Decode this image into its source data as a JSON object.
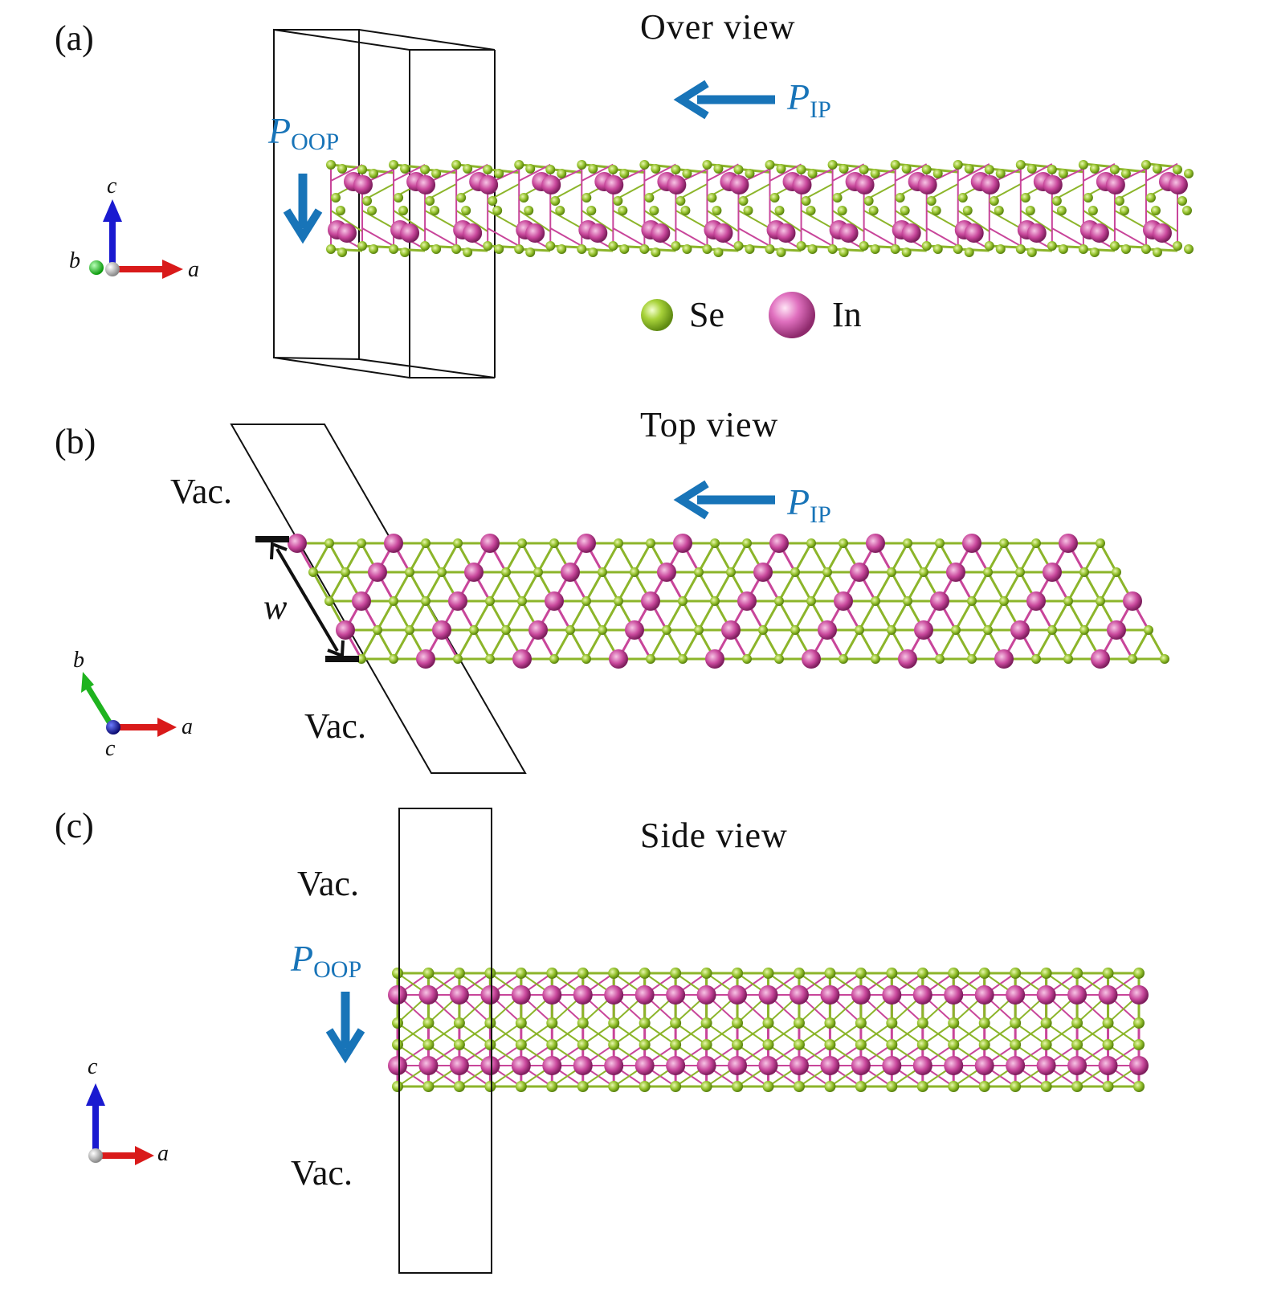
{
  "panels": [
    {
      "id": "a",
      "panel_label": "(a)",
      "title": "Over view",
      "p_ip": {
        "letter": "P",
        "subscript": "IP"
      },
      "p_oop": {
        "letter": "P",
        "subscript": "OOP"
      },
      "axes": {
        "up": "c",
        "right": "a",
        "out": "b"
      },
      "legend": [
        {
          "element": "Se",
          "color": "#9ccc2c"
        },
        {
          "element": "In",
          "color": "#e86ab8"
        }
      ]
    },
    {
      "id": "b",
      "panel_label": "(b)",
      "title": "Top view",
      "p_ip": {
        "letter": "P",
        "subscript": "IP"
      },
      "vac_top": "Vac.",
      "vac_bottom": "Vac.",
      "width_label": "w",
      "axes": {
        "up": "b",
        "right": "a",
        "out": "c"
      }
    },
    {
      "id": "c",
      "panel_label": "(c)",
      "title": "Side view",
      "p_oop": {
        "letter": "P",
        "subscript": "OOP"
      },
      "vac_top": "Vac.",
      "vac_bottom": "Vac.",
      "axes": {
        "up": "c",
        "right": "a"
      }
    }
  ],
  "colors": {
    "se_atom": "#8cb52a",
    "in_atom": "#c8459a",
    "polarization_arrow": "#1874b8",
    "axis_a": "#d91a1a",
    "axis_b": "#1fb31f",
    "axis_c": "#1a1ad0"
  }
}
